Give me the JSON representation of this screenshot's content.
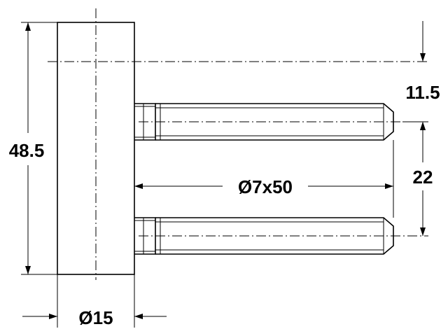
{
  "dimensions": {
    "height_total": "48.5",
    "offset_top": "11.5",
    "pin_spacing": "22",
    "pin_spec": "Ø7x50",
    "body_diameter": "Ø15"
  }
}
